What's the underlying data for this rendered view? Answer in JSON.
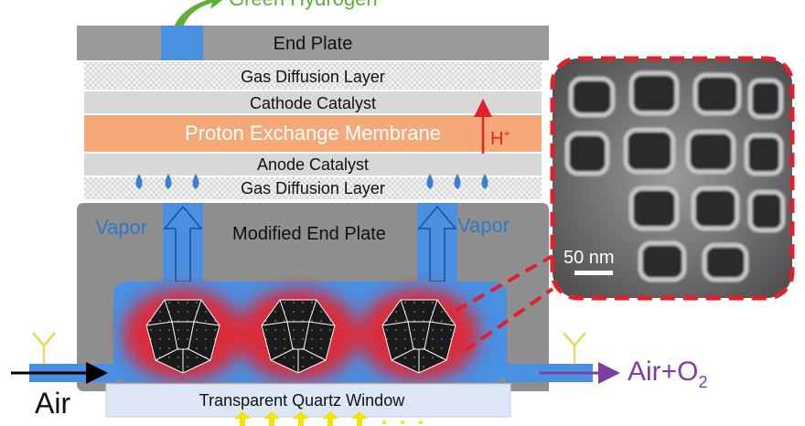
{
  "top_output_label": "Green Hydrogen",
  "layers": {
    "end_plate": "End Plate",
    "gas_diffusion_top": "Gas Diffusion Layer",
    "cathode_catalyst": "Cathode Catalyst",
    "membrane": "Proton Exchange Membrane",
    "anode_catalyst": "Anode Catalyst",
    "gas_diffusion_bottom": "Gas Diffusion Layer",
    "modified_end_plate": "Modified End Plate",
    "quartz_window": "Transparent Quartz Window"
  },
  "proton_label": "H",
  "proton_superscript": "+",
  "vapor_left": "Vapor",
  "vapor_right": "Vapor",
  "air_in": "Air",
  "air_out": "Air+O",
  "air_out_subscript": "2",
  "scale_bar": "50 nm",
  "colors": {
    "plate_gray": "#8f8f8f",
    "layer_gray": "#d8d8d8",
    "membrane_orange": "#f5a878",
    "channel_blue": "#4a90e2",
    "heat_red": "#e8202a",
    "vapor_text_blue": "#2f78c8",
    "air_out_purple": "#7b3fa0",
    "callout_red": "#e0202a",
    "quartz_blue": "#dde6f5"
  }
}
